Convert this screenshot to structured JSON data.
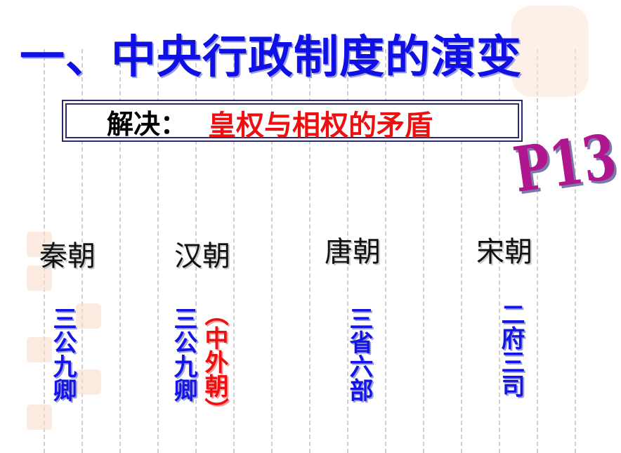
{
  "title": "一、中央行政制度的演变",
  "solve": {
    "label": "解决：",
    "value": "皇权与相权的矛盾"
  },
  "page_ref": "P13",
  "dynasties": [
    {
      "name": "秦朝",
      "system": "三公九卿"
    },
    {
      "name": "汉朝",
      "system": "三公九卿",
      "note": "（中外朝）"
    },
    {
      "name": "唐朝",
      "system": "三省六部"
    },
    {
      "name": "宋朝",
      "system": "二府三司"
    }
  ],
  "colors": {
    "title": "#1010e6",
    "accent_red": "#ee1010",
    "page_ref": "#b0178f"
  }
}
